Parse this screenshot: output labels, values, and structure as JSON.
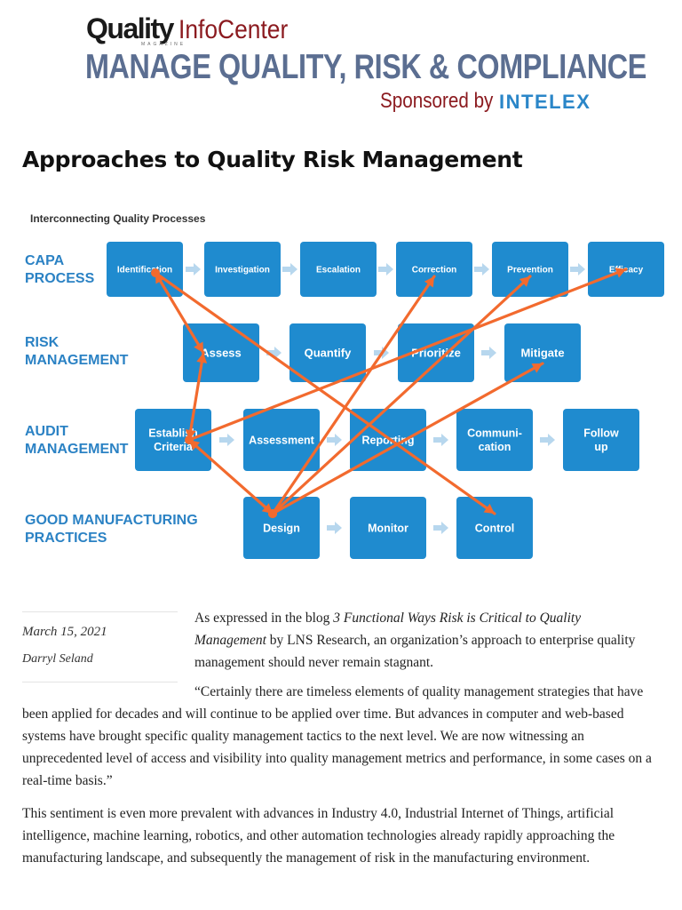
{
  "header": {
    "brand_primary": "Quality",
    "brand_small": "MAGAZINE",
    "brand_secondary": "InfoCenter",
    "tagline": "MANAGE QUALITY, RISK & COMPLIANCE",
    "sponsor_label": "Sponsored by",
    "sponsor_name": "INTELEX"
  },
  "article": {
    "title": "Approaches to Quality Risk Management",
    "date": "March 15, 2021",
    "author": "Darryl Seland",
    "intro_before": "As expressed in the blog ",
    "intro_italic": "3 Functional Ways Risk is Critical to Quality Management",
    "intro_after": " by LNS Research, an organization’s approach to enterprise quality management should never remain stagnant.",
    "quote": "“Certainly there are timeless elements of quality management strategies that have been applied for decades and will continue to be applied over time. But advances in computer and web-based systems have brought specific quality management tactics to the next level. We are now witnessing an unprecedented level of access and visibility into quality management metrics and performance, in some cases on a real-time basis.”",
    "paragraph2": "This sentiment is even more prevalent with advances in Industry 4.0, Industrial Internet of Things, artificial intelligence, machine learning, robotics, and other automation technologies already rapidly approaching the manufacturing landscape, and subsequently the management of risk in the manufacturing environment."
  },
  "diagram": {
    "title": "Interconnecting Quality Processes",
    "colors": {
      "box": "#1f8bcf",
      "row_label": "#2b82c4",
      "link": "#f26a2e",
      "flow_arrow": "#b7d7ee"
    },
    "rows": [
      {
        "label_lines": [
          "CAPA",
          "PROCESS"
        ],
        "steps": [
          "Identification",
          "Investigation",
          "Escalation",
          "Correction",
          "Prevention",
          "Efficacy"
        ]
      },
      {
        "label_lines": [
          "RISK",
          "MANAGEMENT"
        ],
        "steps": [
          "Assess",
          "Quantify",
          "Prioritize",
          "Mitigate"
        ]
      },
      {
        "label_lines": [
          "AUDIT",
          "MANAGEMENT"
        ],
        "steps": [
          "Establish Criteria",
          "Assessment",
          "Reporting",
          "Communi- cation",
          "Follow up"
        ]
      },
      {
        "label_lines": [
          "GOOD MANUFACTURING",
          "PRACTICES"
        ],
        "steps": [
          "Design",
          "Monitor",
          "Control"
        ]
      }
    ],
    "connections": [
      [
        "Identification",
        "Assess"
      ],
      [
        "Identification",
        "Control"
      ],
      [
        "Assess",
        "Establish Criteria"
      ],
      [
        "Establish Criteria",
        "Efficacy"
      ],
      [
        "Establish Criteria",
        "Design"
      ],
      [
        "Design",
        "Correction"
      ],
      [
        "Design",
        "Prevention"
      ],
      [
        "Design",
        "Mitigate"
      ]
    ]
  }
}
